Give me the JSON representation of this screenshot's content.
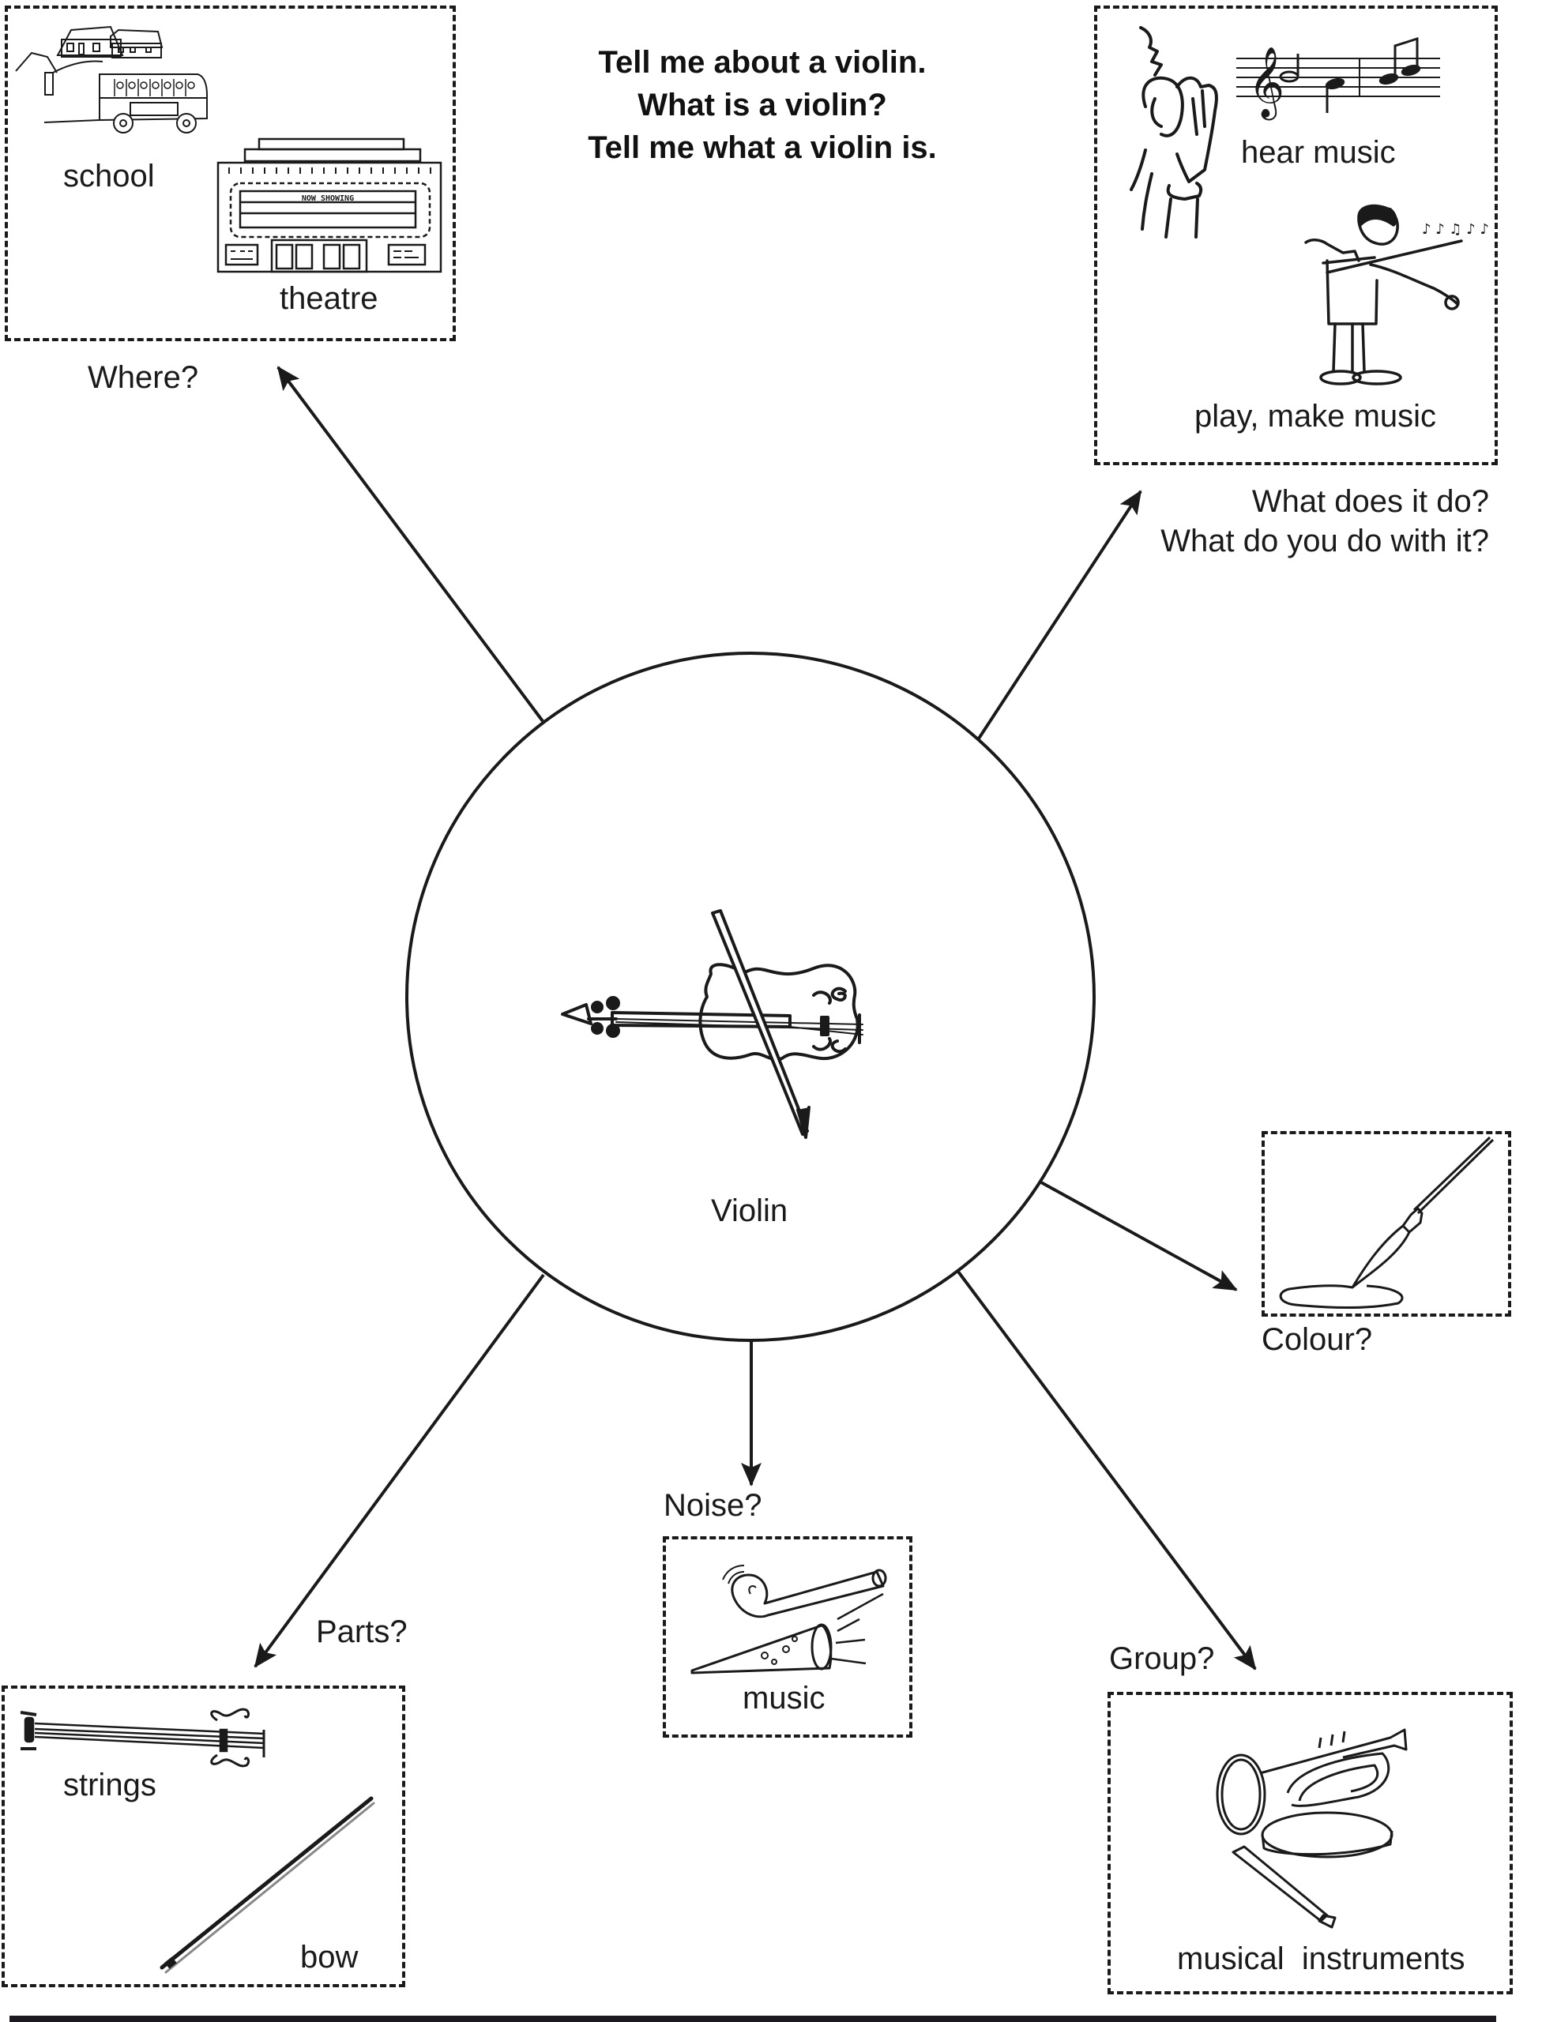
{
  "title": {
    "lines": [
      "Tell me about a violin.",
      "What is a violin?",
      "Tell me what a violin is."
    ]
  },
  "center": {
    "label": "Violin",
    "icon": "violin-with-bow"
  },
  "branches": {
    "where": {
      "question": "Where?",
      "items": [
        {
          "label": "school",
          "icon": "school-bus-icon"
        },
        {
          "label": "theatre",
          "icon": "theatre-building-icon",
          "sign_text": "NOW SHOWING"
        }
      ]
    },
    "function": {
      "question_lines": [
        "What does it do?",
        "What do you do with it?"
      ],
      "items": [
        {
          "label": "hear music",
          "icon": "ear-listening-icon"
        },
        {
          "label": "play, make music",
          "icon": "boy-playing-violin-icon"
        }
      ]
    },
    "colour": {
      "question": "Colour?",
      "items": [
        {
          "label": "",
          "icon": "paintbrush-icon"
        }
      ]
    },
    "noise": {
      "question": "Noise?",
      "items": [
        {
          "label": "music",
          "icon": "party-horn-icon"
        }
      ]
    },
    "group": {
      "question": "Group?",
      "items": [
        {
          "label": "musical  instruments",
          "icon": "instruments-icon"
        }
      ]
    },
    "parts": {
      "question": "Parts?",
      "items": [
        {
          "label": "strings",
          "icon": "violin-strings-icon"
        },
        {
          "label": "bow",
          "icon": "bow-icon"
        }
      ]
    }
  },
  "colors": {
    "ink": "#1a1a1a",
    "background": "#ffffff",
    "bar": "#1c1a20"
  }
}
